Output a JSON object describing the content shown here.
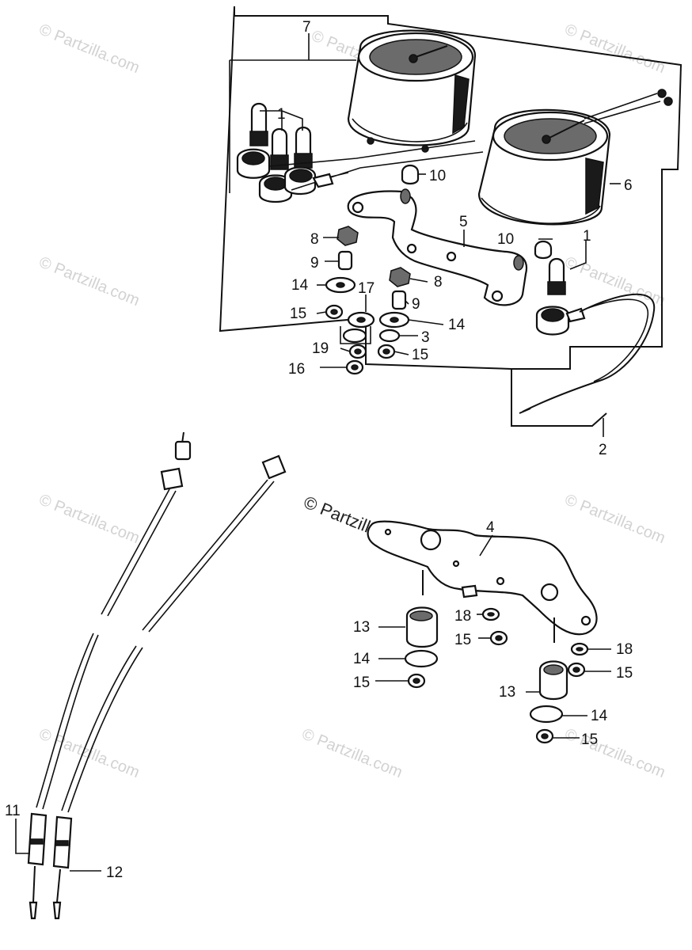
{
  "watermarks": {
    "text": "© Partzilla.com",
    "main": "© Partzilla.com"
  },
  "callouts": {
    "c7": "7",
    "c1a": "1",
    "c10a": "10",
    "c6": "6",
    "c5": "5",
    "c8a": "8",
    "c10b": "10",
    "c1b": "1",
    "c9a": "9",
    "c8b": "8",
    "c14a": "14",
    "c17": "17",
    "c9b": "9",
    "c15a": "15",
    "c14b": "14",
    "c3": "3",
    "c19": "19",
    "c15b": "15",
    "c16": "16",
    "c2": "2",
    "c4": "4",
    "c18a": "18",
    "c13a": "13",
    "c15c": "15",
    "c14c": "14",
    "c15d": "15",
    "c18b": "18",
    "c15e": "15",
    "c13b": "13",
    "c14d": "14",
    "c15f": "15",
    "c11": "11",
    "c12": "12"
  }
}
